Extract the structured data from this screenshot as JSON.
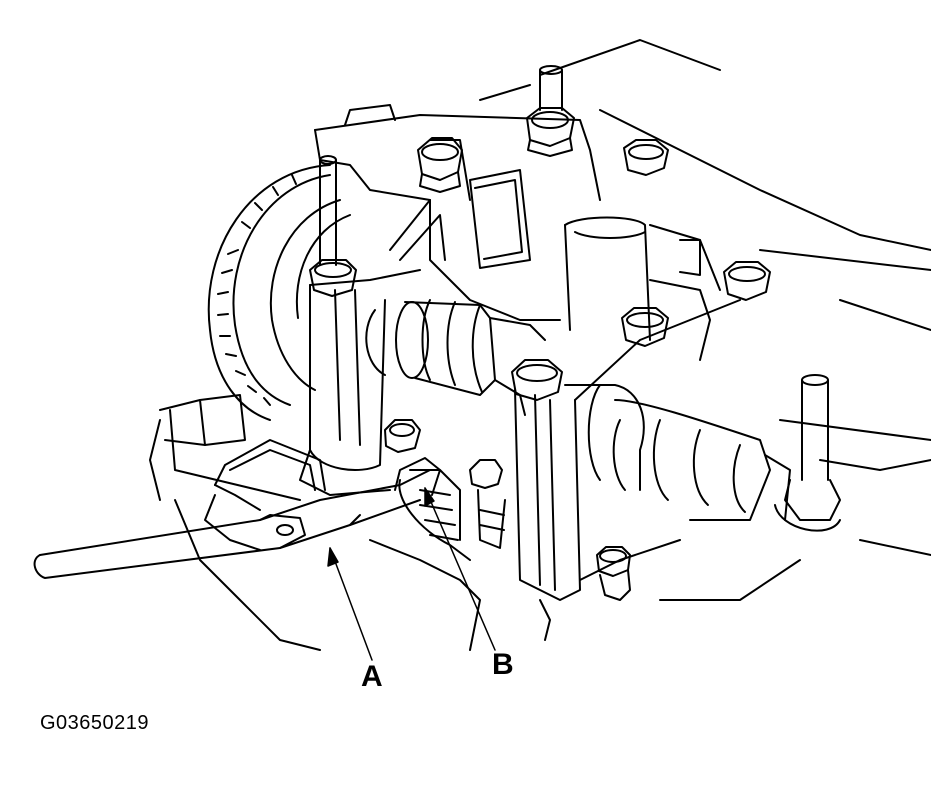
{
  "figure": {
    "id": "G03650219",
    "callouts": {
      "a": "A",
      "b": "B"
    }
  },
  "colors": {
    "line": "#000000",
    "background": "#ffffff"
  }
}
